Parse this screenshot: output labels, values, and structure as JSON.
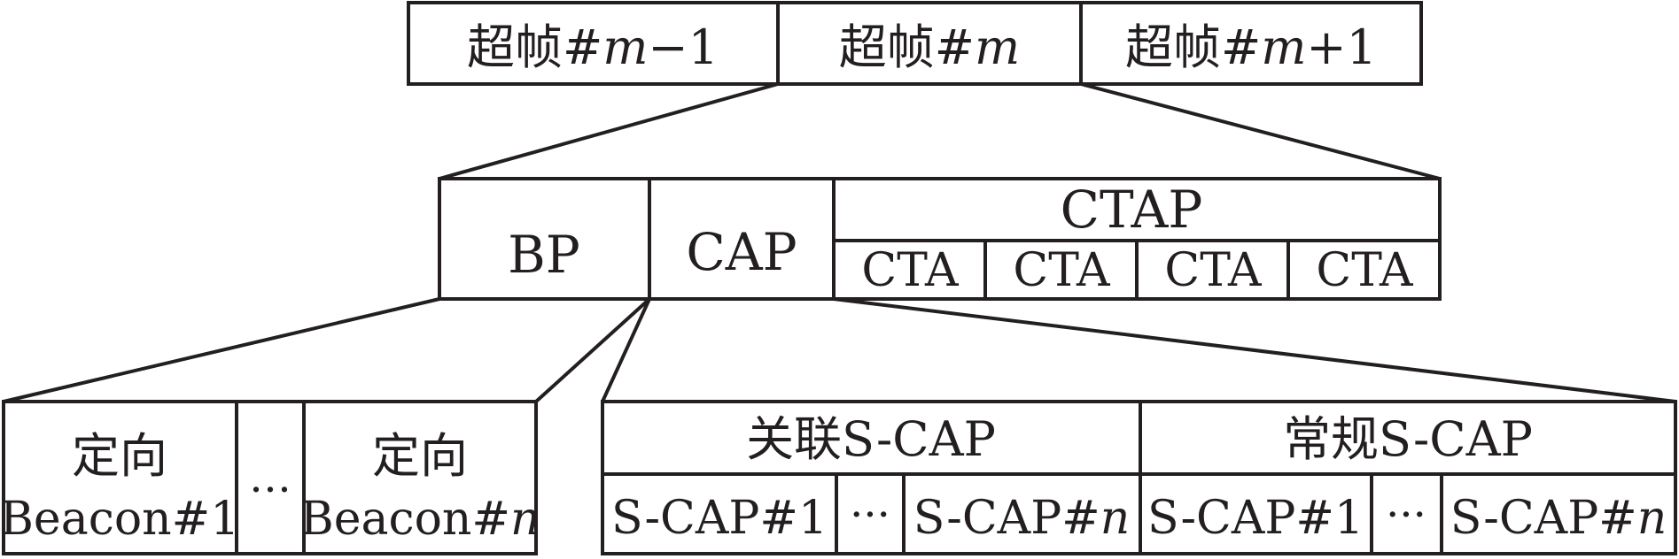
{
  "superframes": {
    "prev": {
      "prefix": "超帧#",
      "var": "m",
      "suffix": "−1"
    },
    "curr": {
      "prefix": "超帧#",
      "var": "m",
      "suffix": ""
    },
    "next": {
      "prefix": "超帧#",
      "var": "m",
      "suffix": "+1"
    }
  },
  "periods": {
    "bp": "BP",
    "cap": "CAP",
    "ctap": "CTAP",
    "cta": [
      "CTA",
      "CTA",
      "CTA",
      "CTA"
    ]
  },
  "bp_detail": {
    "beacon_first": {
      "line1": "定向",
      "line2_prefix": "Beacon#",
      "line2_var": "1"
    },
    "ellipsis": "…",
    "beacon_last": {
      "line1": "定向",
      "line2_prefix": "Beacon#",
      "line2_var": "n"
    }
  },
  "cap_detail": {
    "assoc_header": "关联S-CAP",
    "regular_header": "常规S-CAP",
    "assoc_first": {
      "prefix": "S-CAP#",
      "var": "1"
    },
    "assoc_ellipsis": "···",
    "assoc_last": {
      "prefix": "S-CAP#",
      "var": "n"
    },
    "regular_first": {
      "prefix": "S-CAP#",
      "var": "1"
    },
    "regular_ellipsis": "···",
    "regular_last": {
      "prefix": "S-CAP#",
      "var": "n"
    }
  },
  "colors": {
    "stroke": "#231f20",
    "fill": "#ffffff"
  }
}
